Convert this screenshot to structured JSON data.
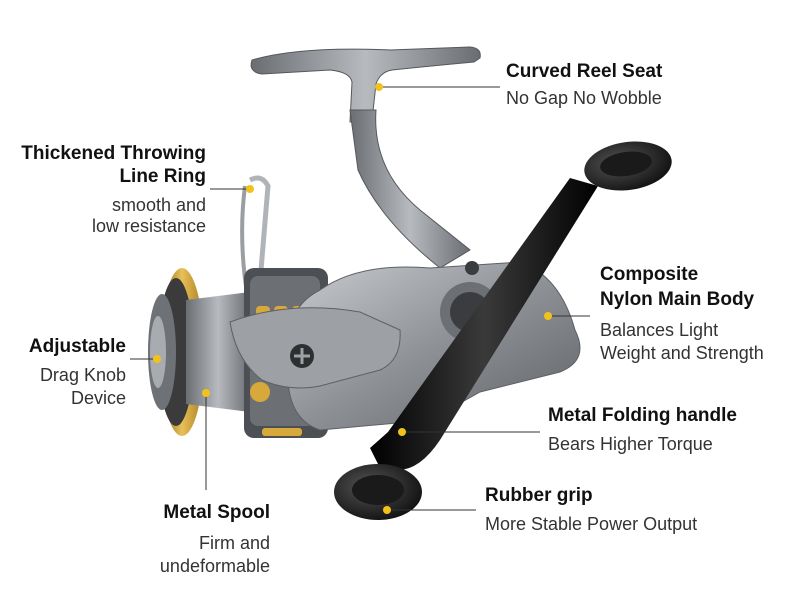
{
  "callouts": {
    "reel_seat": {
      "title": "Curved Reel Seat",
      "desc": "No Gap No Wobble"
    },
    "line_ring": {
      "title_1": "Thickened Throwing",
      "title_2": "Line Ring",
      "desc_1": "smooth and",
      "desc_2": "low resistance"
    },
    "main_body": {
      "title_1": "Composite",
      "title_2": "Nylon Main Body",
      "desc_1": "Balances Light",
      "desc_2": "Weight and Strength"
    },
    "drag_knob": {
      "title": "Adjustable",
      "desc_1": "Drag Knob",
      "desc_2": "Device"
    },
    "handle": {
      "title": "Metal Folding handle",
      "desc": "Bears Higher Torque"
    },
    "grip": {
      "title": "Rubber grip",
      "desc": "More Stable Power Output"
    },
    "spool": {
      "title": "Metal Spool",
      "desc_1": "Firm and",
      "desc_2": "undeformable"
    }
  },
  "colors": {
    "accent": "#f2c21b",
    "body": "#8e9196",
    "spool_gold": "#c89a2e",
    "handle": "#111111"
  },
  "illustration": "spinning-fishing-reel"
}
